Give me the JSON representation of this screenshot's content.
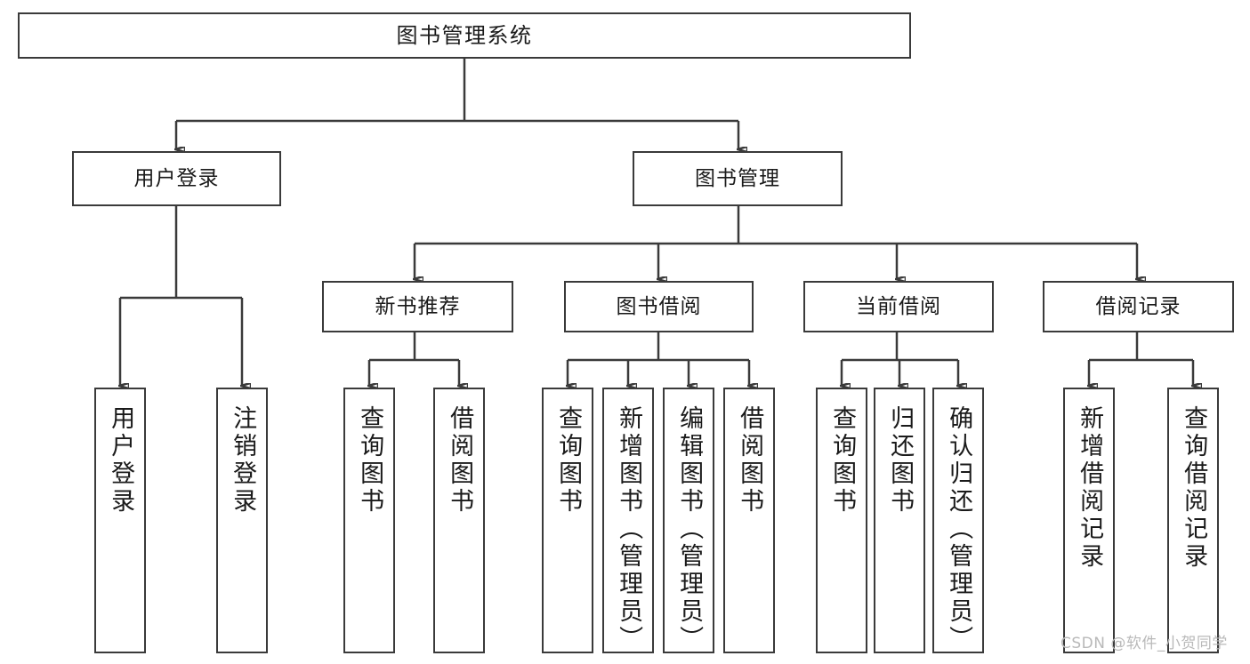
{
  "diagram": {
    "title": "图书管理系统",
    "type": "tree-hierarchy",
    "root": {
      "id": "root",
      "label": "图书管理系统"
    },
    "level2": [
      {
        "id": "user-login",
        "label": "用户登录"
      },
      {
        "id": "book-manage",
        "label": "图书管理"
      }
    ],
    "level3": [
      {
        "id": "new-book-rec",
        "label": "新书推荐"
      },
      {
        "id": "book-borrow",
        "label": "图书借阅"
      },
      {
        "id": "current-borrow",
        "label": "当前借阅"
      },
      {
        "id": "borrow-record",
        "label": "借阅记录"
      }
    ],
    "leaves": {
      "user_login": [
        {
          "id": "leaf-user-login",
          "label": "用户登录"
        },
        {
          "id": "leaf-logout",
          "label": "注销登录"
        }
      ],
      "new_book_rec": [
        {
          "id": "leaf-query-book-1",
          "label": "查询图书"
        },
        {
          "id": "leaf-borrow-book-1",
          "label": "借阅图书"
        }
      ],
      "book_borrow": [
        {
          "id": "leaf-query-book-2",
          "label": "查询图书"
        },
        {
          "id": "leaf-add-book",
          "label": "新增图书（管理员）"
        },
        {
          "id": "leaf-edit-book",
          "label": "编辑图书（管理员）"
        },
        {
          "id": "leaf-borrow-book-2",
          "label": "借阅图书"
        }
      ],
      "current_borrow": [
        {
          "id": "leaf-query-book-3",
          "label": "查询图书"
        },
        {
          "id": "leaf-return-book",
          "label": "归还图书"
        },
        {
          "id": "leaf-confirm-return",
          "label": "确认归还（管理员）"
        }
      ],
      "borrow_record": [
        {
          "id": "leaf-add-record",
          "label": "新增借阅记录"
        },
        {
          "id": "leaf-query-record",
          "label": "查询借阅记录"
        }
      ]
    }
  },
  "watermark": {
    "text": "CSDN @软件_小贺同学"
  },
  "colors": {
    "stroke": "#3a3a3a",
    "text": "#1a1a1a",
    "background": "#ffffff",
    "watermark": "#b9b9b9"
  }
}
